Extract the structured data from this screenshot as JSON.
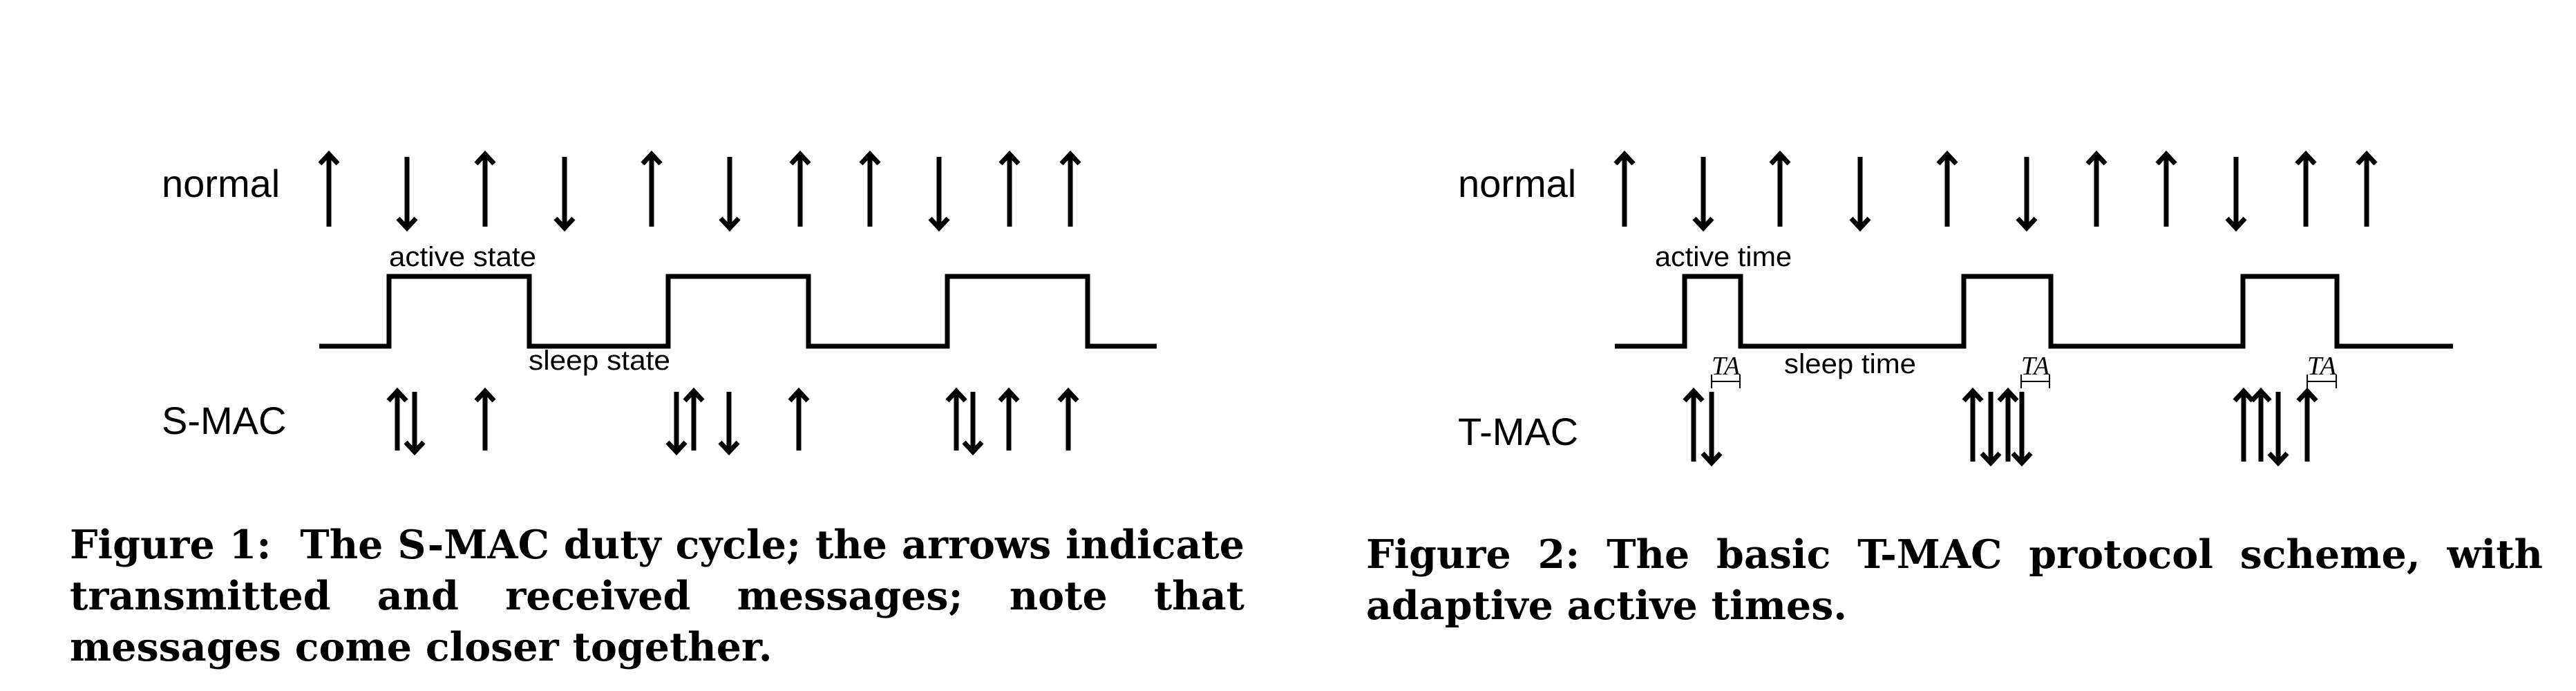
{
  "figures": [
    {
      "id": "smac",
      "row_labels": {
        "top": "normal",
        "bottom": "S-MAC"
      },
      "state_labels": {
        "active": "active state",
        "sleep": "sleep state"
      },
      "normal_arrows": [
        "up",
        "down",
        "up",
        "down",
        "up",
        "down",
        "up",
        "up",
        "down",
        "up",
        "up"
      ],
      "protocol_arrows": [
        "up",
        "down",
        "up",
        "down",
        "up",
        "down",
        "up",
        "up",
        "down",
        "up",
        "up"
      ],
      "caption": {
        "label": "Figure 1:",
        "text": "The S-MAC duty cycle; the arrows indicate transmitted and received messages; note that messages come closer together."
      }
    },
    {
      "id": "tmac",
      "row_labels": {
        "top": "normal",
        "bottom": "T-MAC"
      },
      "state_labels": {
        "active": "active time",
        "sleep": "sleep time",
        "timeout": "TA"
      },
      "normal_arrows": [
        "up",
        "down",
        "up",
        "down",
        "up",
        "down",
        "up",
        "up",
        "down",
        "up",
        "up"
      ],
      "protocol_arrows": [
        "up",
        "down",
        "up",
        "down",
        "up",
        "down",
        "up",
        "up",
        "down",
        "up"
      ],
      "caption": {
        "label": "Figure 2:",
        "text": "The basic T-MAC protocol scheme, with adaptive active times."
      }
    }
  ],
  "colors": {
    "ink": "#000000",
    "background": "#ffffff"
  }
}
